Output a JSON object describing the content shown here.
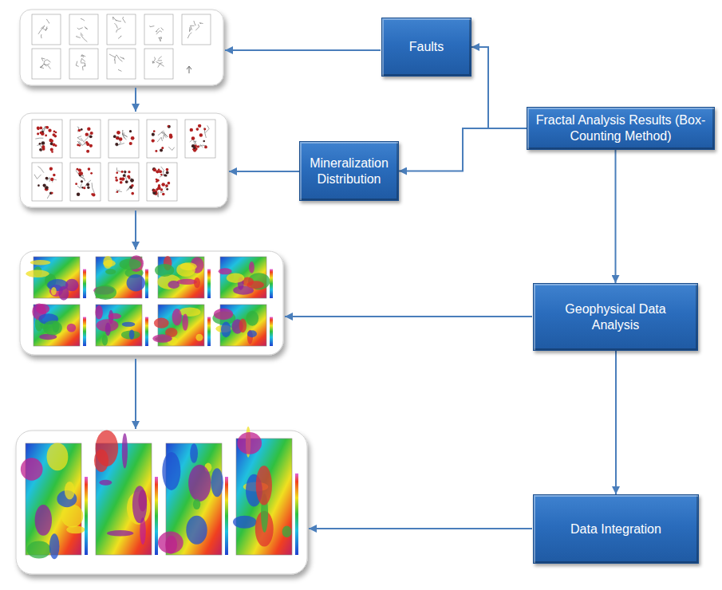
{
  "diagram": {
    "nodes": [
      {
        "text": [
          "Faults"
        ]
      },
      {
        "text": [
          "Fractal Analysis Results (Box-Counting Method)"
        ]
      },
      {
        "text": [
          "Mineralization Distribution"
        ]
      },
      {
        "text": [
          "Geophysical Data Analysis"
        ]
      },
      {
        "text": [
          "Data Integration"
        ]
      }
    ],
    "edges": [
      {
        "from": 1,
        "to": 0,
        "arrow": "to"
      },
      {
        "from": 1,
        "to": 2,
        "arrow": "to"
      },
      {
        "from": 1,
        "to": 3,
        "arrow": "to"
      },
      {
        "from": 3,
        "to": 4,
        "arrow": "to"
      }
    ]
  }
}
